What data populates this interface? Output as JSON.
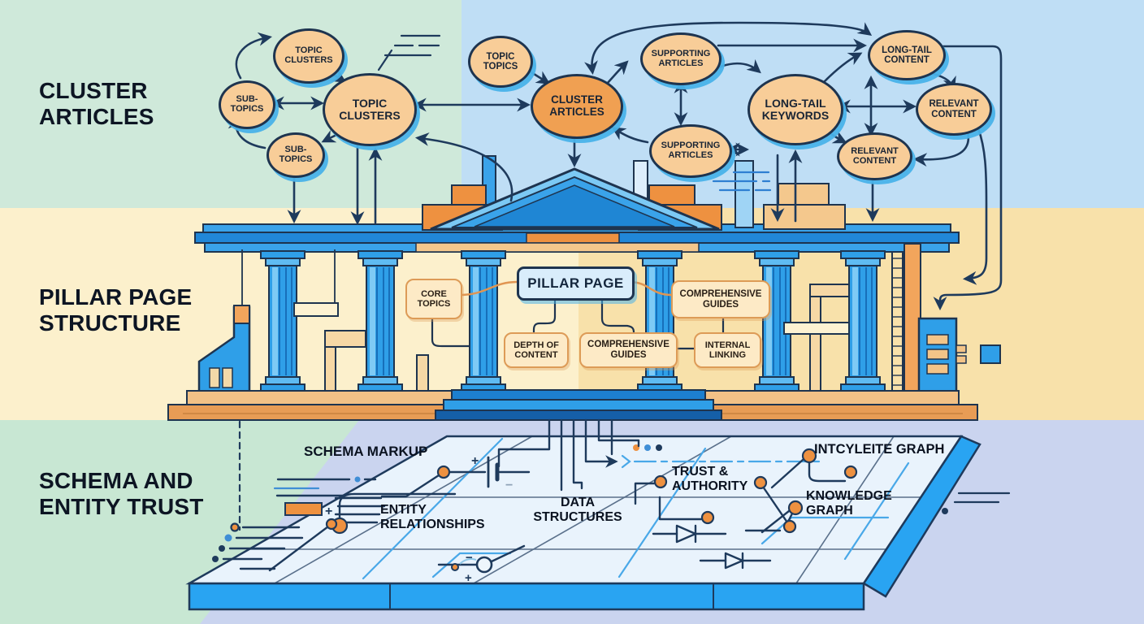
{
  "sections": [
    {
      "id": "cluster-articles",
      "label": "CLUSTER\nARTICLES"
    },
    {
      "id": "pillar-page-structure",
      "label": "PILLAR PAGE\nSTRUCTURE"
    },
    {
      "id": "schema-entity-trust",
      "label": "SCHEMA AND\nENTITY TRUST"
    }
  ],
  "cluster_nodes": [
    {
      "id": "topic-clusters-small",
      "label": "TOPIC\nCLUSTERS"
    },
    {
      "id": "sub-topics-1",
      "label": "SUB-\nTOPICS"
    },
    {
      "id": "sub-topics-2",
      "label": "SUB-\nTOPICS"
    },
    {
      "id": "topic-clusters-main",
      "label": "TOPIC\nCLUSTERS"
    },
    {
      "id": "topic-topics",
      "label": "TOPIC\nTOPICS"
    },
    {
      "id": "cluster-articles-hub",
      "label": "CLUSTER\nARTICLES"
    },
    {
      "id": "supporting-articles-top",
      "label": "SUPPORTING\nARTICLES"
    },
    {
      "id": "supporting-articles-bottom",
      "label": "SUPPORTING\nARTICLES"
    },
    {
      "id": "long-tail-keywords",
      "label": "LONG-TAIL\nKEYWORDS"
    },
    {
      "id": "long-tail-content",
      "label": "LONG-TAIL\nCONTENT"
    },
    {
      "id": "relevant-content-right",
      "label": "RELEVANT\nCONTENT"
    },
    {
      "id": "relevant-content-bottom",
      "label": "RELEVANT\nCONTENT"
    }
  ],
  "pillar_labels": {
    "core_topics": "CORE\nTOPICS",
    "pillar_page": "PILLAR PAGE",
    "comprehensive_guides_right": "COMPREHENSIVE\nGUIDES",
    "depth_of_content": "DEPTH OF\nCONTENT",
    "comprehensive_guides_mid": "COMPREHENSIVE\nGUIDES",
    "internal_linking": "INTERNAL\nLINKING"
  },
  "board_labels": {
    "schema_markup": "SCHEMA MARKUP",
    "entity_relationships": "ENTITY\nRELATIONSHIPS",
    "data_structures": "DATA\nSTRUCTURES",
    "trust_authority": "TRUST &\nAUTHORITY",
    "intcyleite_graph": "INTCYLEITE GRAPH",
    "knowledge_graph": "KNOWLEDGE\nGRAPH"
  },
  "circuit": {
    "plus": "+",
    "minus": "−"
  },
  "palette": {
    "node_fill": "#f8cd98",
    "node_hub_fill": "#f0a052",
    "node_border": "#1e344f",
    "node_shadow": "#49b2e9",
    "temple_blue": "#2f9fe8",
    "temple_blue_dark": "#1d7fd0",
    "orange": "#ee9140",
    "tan": "#f4c88d",
    "bg_green": "#cfe9da",
    "bg_blue": "#bfdef5",
    "bg_yellow_left": "#fcf0cc",
    "bg_yellow_right": "#f8e1aa",
    "bg_lavender": "#cad4ef",
    "board_fill": "#e9f3fc",
    "board_edge": "#29a4f2",
    "trace_blue": "#49a8e8",
    "ink": "#1e3a5c"
  }
}
